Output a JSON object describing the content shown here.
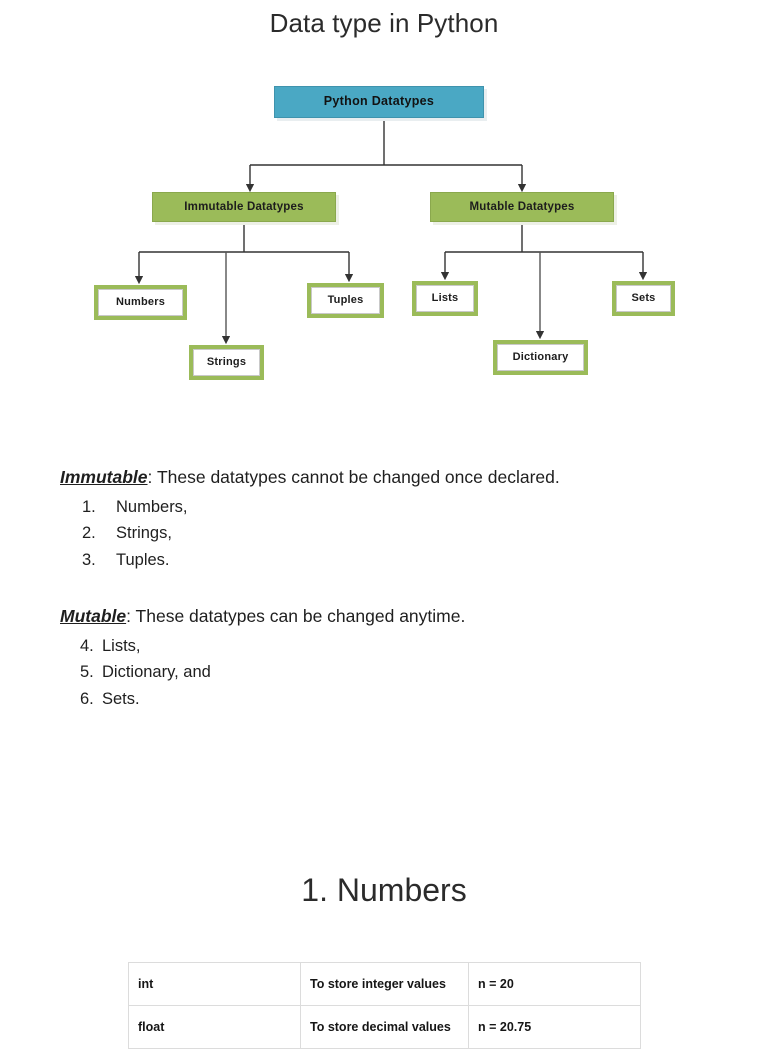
{
  "page": {
    "title": "Data type in Python"
  },
  "diagram": {
    "root": {
      "label": "Python Datatypes"
    },
    "branches": [
      {
        "label": "Immutable Datatypes"
      },
      {
        "label": "Mutable Datatypes"
      }
    ],
    "leaves": [
      {
        "label": "Numbers"
      },
      {
        "label": "Strings"
      },
      {
        "label": "Tuples"
      },
      {
        "label": "Lists"
      },
      {
        "label": "Dictionary"
      },
      {
        "label": "Sets"
      }
    ],
    "colors": {
      "root_fill": "#4aa8c4",
      "branch_fill": "#9bbb59",
      "leaf_border": "#9bbb59",
      "leaf_fill": "#ffffff",
      "connector": "#333333"
    }
  },
  "sections": {
    "immutable": {
      "term": "Immutable",
      "description": ": These datatypes cannot be changed once declared.",
      "items": [
        {
          "num": "1.",
          "label": "Numbers,"
        },
        {
          "num": "2.",
          "label": "Strings,"
        },
        {
          "num": "3.",
          "label": "Tuples."
        }
      ]
    },
    "mutable": {
      "term": "Mutable",
      "description": ": These datatypes can be changed anytime.",
      "items": [
        {
          "num": "4.",
          "label": "Lists,"
        },
        {
          "num": "5.",
          "label": "Dictionary, and"
        },
        {
          "num": "6.",
          "label": "Sets."
        }
      ]
    }
  },
  "numbers_section": {
    "heading": "1. Numbers",
    "table": {
      "rows": [
        {
          "type": "int",
          "purpose": "To store integer values",
          "example": "n = 20"
        },
        {
          "type": "float",
          "purpose": "To store decimal values",
          "example": "n = 20.75"
        }
      ]
    }
  }
}
